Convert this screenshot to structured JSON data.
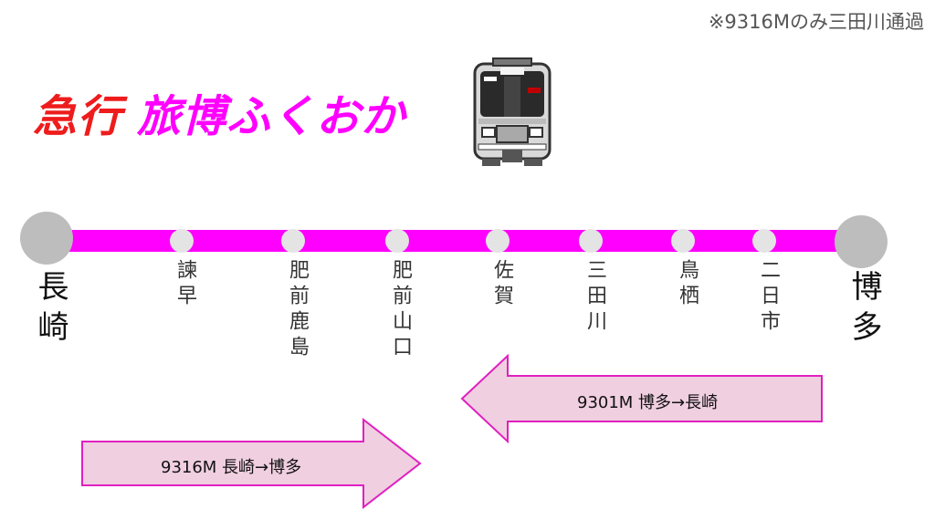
{
  "note": "※9316Mのみ三田川通過",
  "title": {
    "type": "急行",
    "name": "旅博ふくおか"
  },
  "terminals": {
    "start": "長崎",
    "end": "博多"
  },
  "stations": [
    "諫早",
    "肥前鹿島",
    "肥前山口",
    "佐賀",
    "三田川",
    "鳥栖",
    "二日市"
  ],
  "trains": {
    "inbound": "9316M 長崎→博多",
    "outbound": "9301M 博多→長崎"
  },
  "colors": {
    "line": "#ff00ff",
    "type_text": "#ee1c1c",
    "name_text": "#ff00ff",
    "arrow_fill": "#f0cfe0",
    "arrow_stroke": "#e020c0"
  },
  "icons": {
    "train": "train-front-icon"
  }
}
